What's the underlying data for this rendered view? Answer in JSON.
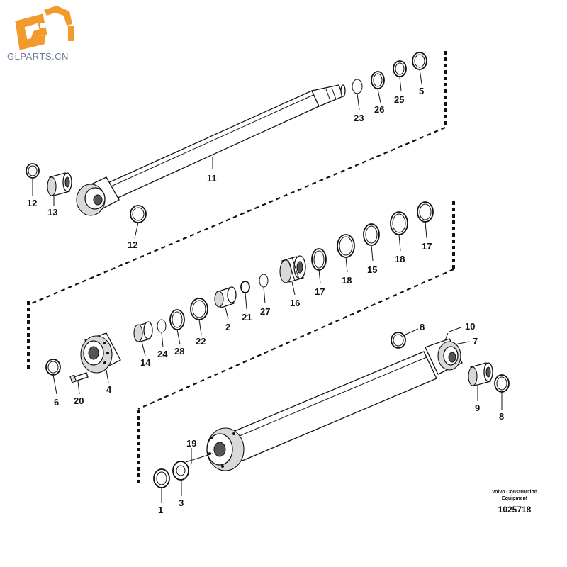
{
  "logo": {
    "brand": "GLPARTS.CN",
    "colors": {
      "orange": "#f29a2e",
      "gray": "#6f7a9a"
    }
  },
  "footer": {
    "maker_line1": "Volvo Construction",
    "maker_line2": "Equipment",
    "drawing_number": "1025718"
  },
  "callouts": {
    "c1": "1",
    "c2": "2",
    "c3": "3",
    "c4": "4",
    "c5": "5",
    "c6": "6",
    "c7": "7",
    "c8a": "8",
    "c8b": "8",
    "c9": "9",
    "c10": "10",
    "c11": "11",
    "c12a": "12",
    "c12b": "12",
    "c13": "13",
    "c14": "14",
    "c15": "15",
    "c16": "16",
    "c17a": "17",
    "c17b": "17",
    "c18a": "18",
    "c18b": "18",
    "c19": "19",
    "c20": "20",
    "c21": "21",
    "c22": "22",
    "c23": "23",
    "c24": "24",
    "c25": "25",
    "c26": "26",
    "c27": "27",
    "c28": "28"
  }
}
